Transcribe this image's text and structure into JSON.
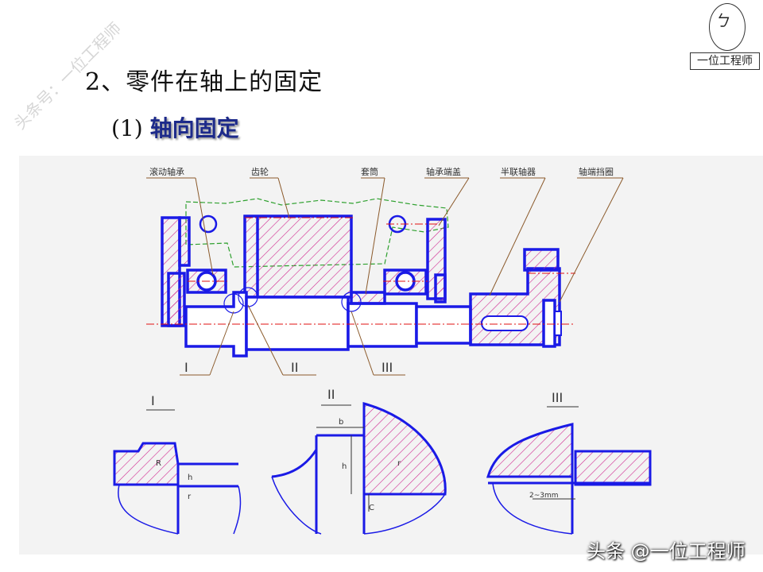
{
  "watermark": "头条号：一位工程师",
  "logo": {
    "mark": "ㄅ",
    "text": "一位工程师"
  },
  "title": "2、零件在轴上的固定",
  "subtitle": {
    "prefix": "(1) ",
    "highlight": "轴向固定"
  },
  "labels": {
    "bearing": "滚动轴承",
    "gear": "齿轮",
    "sleeve": "套筒",
    "cover": "轴承端盖",
    "coupling": "半联轴器",
    "endplate": "轴端挡圈",
    "r1": "I",
    "r2": "II",
    "r3": "III"
  },
  "details": {
    "d1": {
      "title": "I",
      "R": "R",
      "h": "h",
      "r": "r"
    },
    "d2": {
      "title": "II",
      "b": "b",
      "h": "h",
      "r": "r",
      "c": "C"
    },
    "d3": {
      "title": "III",
      "gap": "2~3mm"
    }
  },
  "footer": "头条 @一位工程师",
  "colors": {
    "outline": "#1a1ae6",
    "hatch": "#d02890",
    "leader": "#8b5a2b",
    "center": "#e01010",
    "green": "#2ea02e"
  }
}
